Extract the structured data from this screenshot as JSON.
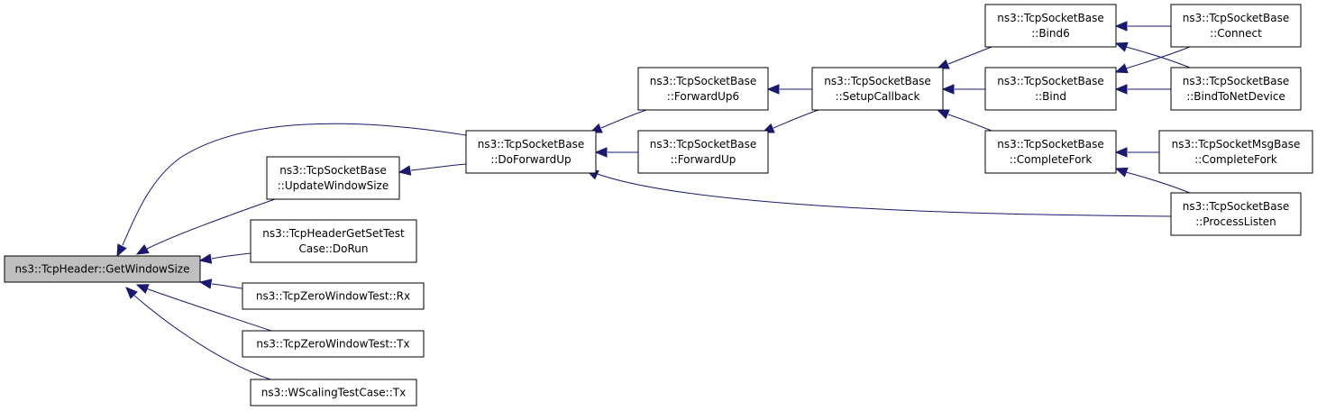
{
  "graph": {
    "edge_color": "#191970",
    "root_fill": "#bfbfbf",
    "nodes": {
      "getwindowsize": {
        "lines": [
          "ns3::TcpHeader::GetWindowSize"
        ]
      },
      "updatewindowsize": {
        "lines": [
          "ns3::TcpSocketBase",
          "::UpdateWindowSize"
        ]
      },
      "headergetsettest": {
        "lines": [
          "ns3::TcpHeaderGetSetTest",
          "Case::DoRun"
        ]
      },
      "zerowindow-rx": {
        "lines": [
          "ns3::TcpZeroWindowTest::Rx"
        ]
      },
      "zerowindow-tx": {
        "lines": [
          "ns3::TcpZeroWindowTest::Tx"
        ]
      },
      "wscaling-tx": {
        "lines": [
          "ns3::WScalingTestCase::Tx"
        ]
      },
      "doforwardup": {
        "lines": [
          "ns3::TcpSocketBase",
          "::DoForwardUp"
        ]
      },
      "forwardup6": {
        "lines": [
          "ns3::TcpSocketBase",
          "::ForwardUp6"
        ]
      },
      "forwardup": {
        "lines": [
          "ns3::TcpSocketBase",
          "::ForwardUp"
        ]
      },
      "setupcallback": {
        "lines": [
          "ns3::TcpSocketBase",
          "::SetupCallback"
        ]
      },
      "bind6": {
        "lines": [
          "ns3::TcpSocketBase",
          "::Bind6"
        ]
      },
      "bind": {
        "lines": [
          "ns3::TcpSocketBase",
          "::Bind"
        ]
      },
      "completefork": {
        "lines": [
          "ns3::TcpSocketBase",
          "::CompleteFork"
        ]
      },
      "connect": {
        "lines": [
          "ns3::TcpSocketBase",
          "::Connect"
        ]
      },
      "bindtonetdevice": {
        "lines": [
          "ns3::TcpSocketBase",
          "::BindToNetDevice"
        ]
      },
      "msgbase-completefork": {
        "lines": [
          "ns3::TcpSocketMsgBase",
          "::CompleteFork"
        ]
      },
      "processlisten": {
        "lines": [
          "ns3::TcpSocketBase",
          "::ProcessListen"
        ]
      }
    },
    "edges": [
      [
        "updatewindowsize",
        "getwindowsize"
      ],
      [
        "headergetsettest",
        "getwindowsize"
      ],
      [
        "zerowindow-rx",
        "getwindowsize"
      ],
      [
        "zerowindow-tx",
        "getwindowsize"
      ],
      [
        "wscaling-tx",
        "getwindowsize"
      ],
      [
        "doforwardup",
        "getwindowsize"
      ],
      [
        "doforwardup",
        "updatewindowsize"
      ],
      [
        "forwardup6",
        "doforwardup"
      ],
      [
        "forwardup",
        "doforwardup"
      ],
      [
        "setupcallback",
        "forwardup6"
      ],
      [
        "setupcallback",
        "forwardup"
      ],
      [
        "bind6",
        "setupcallback"
      ],
      [
        "bind",
        "setupcallback"
      ],
      [
        "completefork",
        "setupcallback"
      ],
      [
        "connect",
        "bind6"
      ],
      [
        "connect",
        "bind"
      ],
      [
        "bindtonetdevice",
        "bind6"
      ],
      [
        "bindtonetdevice",
        "bind"
      ],
      [
        "msgbase-completefork",
        "completefork"
      ],
      [
        "processlisten",
        "completefork"
      ],
      [
        "processlisten",
        "doforwardup"
      ]
    ]
  }
}
